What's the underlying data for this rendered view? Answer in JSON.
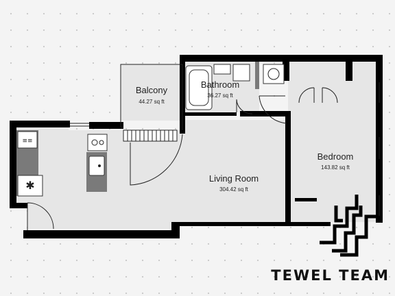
{
  "rooms": [
    {
      "name": "Balcony",
      "area": "44.27 sq ft"
    },
    {
      "name": "Bathroom",
      "area": "36.27 sq ft"
    },
    {
      "name": "Living Room",
      "area": "304.42 sq ft"
    },
    {
      "name": "Bedroom",
      "area": "143.82 sq ft"
    }
  ],
  "brand": "TEWEL TEAM",
  "colors": {
    "floor": "#e6e6e6",
    "wall": "#000000",
    "background": "#f4f4f4",
    "fixture": "#7a7a7a"
  }
}
